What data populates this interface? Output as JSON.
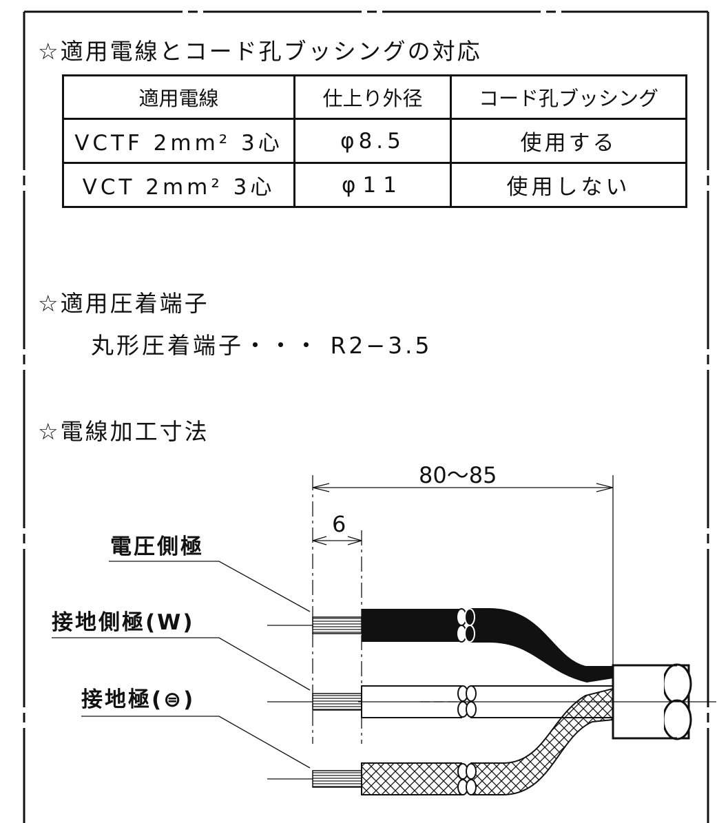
{
  "section1": {
    "heading": "☆適用電線とコード孔ブッシングの対応",
    "table": {
      "headers": [
        "適用電線",
        "仕上り外径",
        "コード孔ブッシング"
      ],
      "rows": [
        [
          "VCTF 2mm² 3心",
          "φ8.5",
          "使用する"
        ],
        [
          "VCT 2mm² 3心",
          "φ11",
          "使用しない"
        ]
      ]
    }
  },
  "section2": {
    "heading": "☆適用圧着端子",
    "line": "丸形圧着端子・・・ R2−3.5"
  },
  "section3": {
    "heading": "☆電線加工寸法",
    "dim_total": "80～85",
    "dim_strip": "6",
    "labels": {
      "voltage": "電圧側極",
      "ground_side": "接地側極(W)",
      "earth": "接地極(⊜)"
    }
  }
}
